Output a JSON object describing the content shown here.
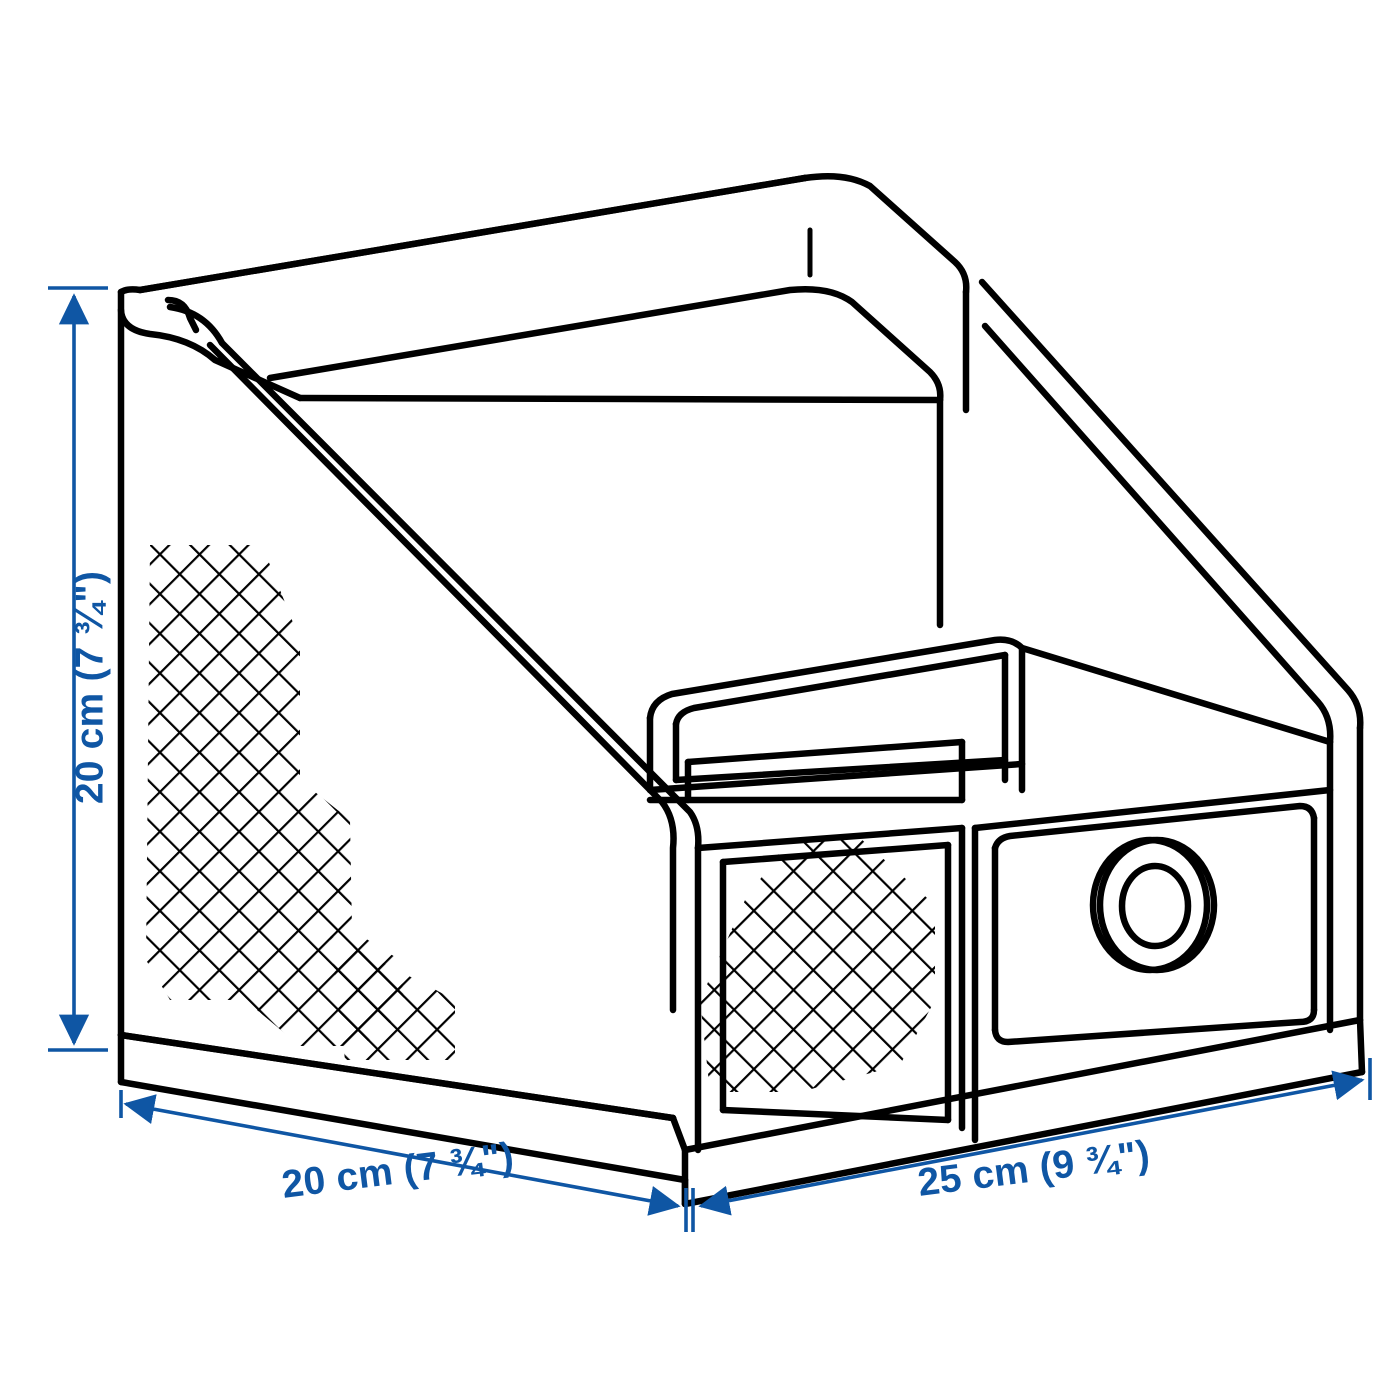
{
  "diagram": {
    "type": "product-dimension-line-drawing",
    "subject": "desk organizer with sloped sides, open magazine compartment, small shelf and a drawer box with round grommet pull",
    "line_color": "#000000",
    "dimension_color": "#0f56a4",
    "background_color": "#ffffff",
    "dimensions": {
      "height": {
        "label": "20 cm (7 ¾\")",
        "value_cm": 20,
        "value_in": "7 ¾",
        "orientation": "vertical",
        "axis": "height"
      },
      "depth": {
        "label": "20 cm (7 ¾\")",
        "value_cm": 20,
        "value_in": "7 ¾",
        "orientation": "diagonal-left",
        "axis": "depth"
      },
      "width": {
        "label": "25 cm (9 ¾\")",
        "value_cm": 25,
        "value_in": "9 ¾",
        "orientation": "diagonal-right",
        "axis": "width"
      }
    },
    "features": [
      {
        "name": "mesh-hatch-left-panel",
        "description": "crosshatch texture patch on left side panel"
      },
      {
        "name": "mesh-hatch-front-panel",
        "description": "crosshatch texture patch on front of left lower compartment"
      },
      {
        "name": "grommet-knob",
        "description": "round double-ring pull on drawer front"
      },
      {
        "name": "notch-mark-back-panel",
        "description": "small vertical tick on top back edge"
      }
    ]
  }
}
